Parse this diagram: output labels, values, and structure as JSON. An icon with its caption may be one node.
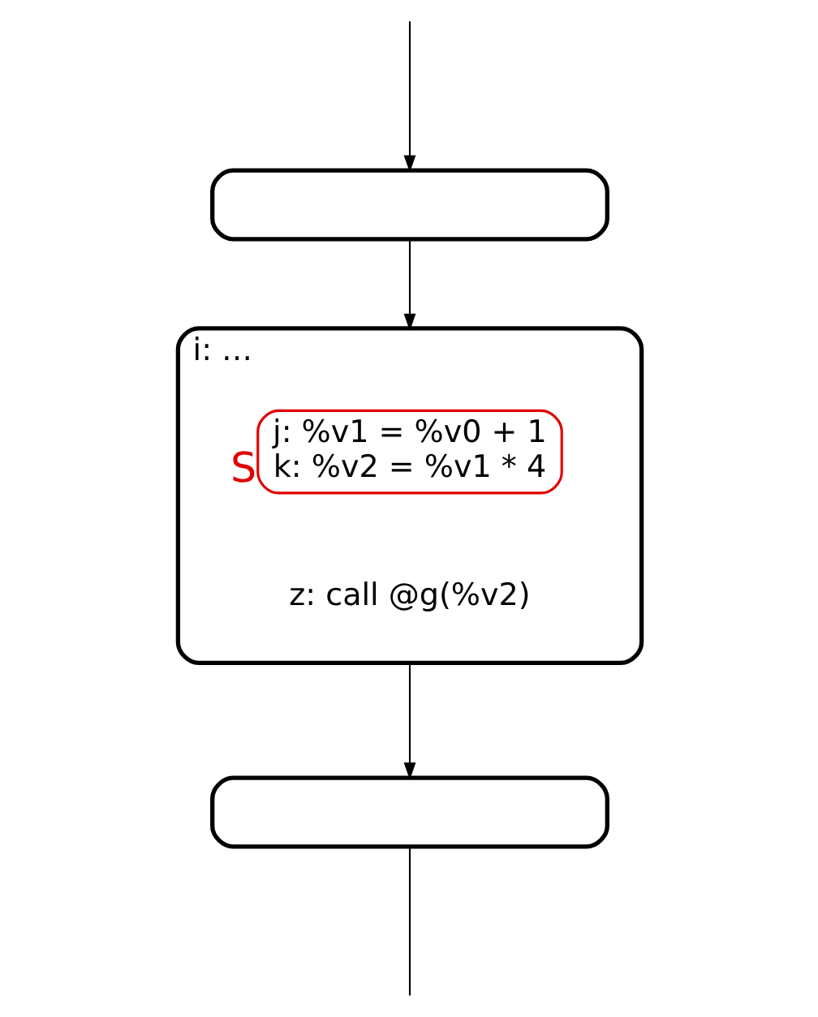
{
  "diagram": {
    "nodes": [
      {
        "text": [],
        "shape": "box"
      },
      {
        "text": [
          "i: …",
          "z: call @g(%v2)"
        ]
      },
      {
        "text": [
          "j: %v1 = %v0 + 1",
          "k: %v2 = %v1 * 4"
        ],
        "in": 1,
        "beside": [
          "S"
        ]
      },
      {
        "text": [],
        "shape": "box"
      }
    ],
    "edges": [
      {
        "from": null,
        "to": 0,
        "arrow": "to"
      },
      {
        "from": 0,
        "to": 1,
        "arrow": "to"
      },
      {
        "from": 1,
        "to": 3,
        "arrow": "to"
      },
      {
        "from": 3,
        "to": null,
        "arrow": "none"
      }
    ]
  }
}
